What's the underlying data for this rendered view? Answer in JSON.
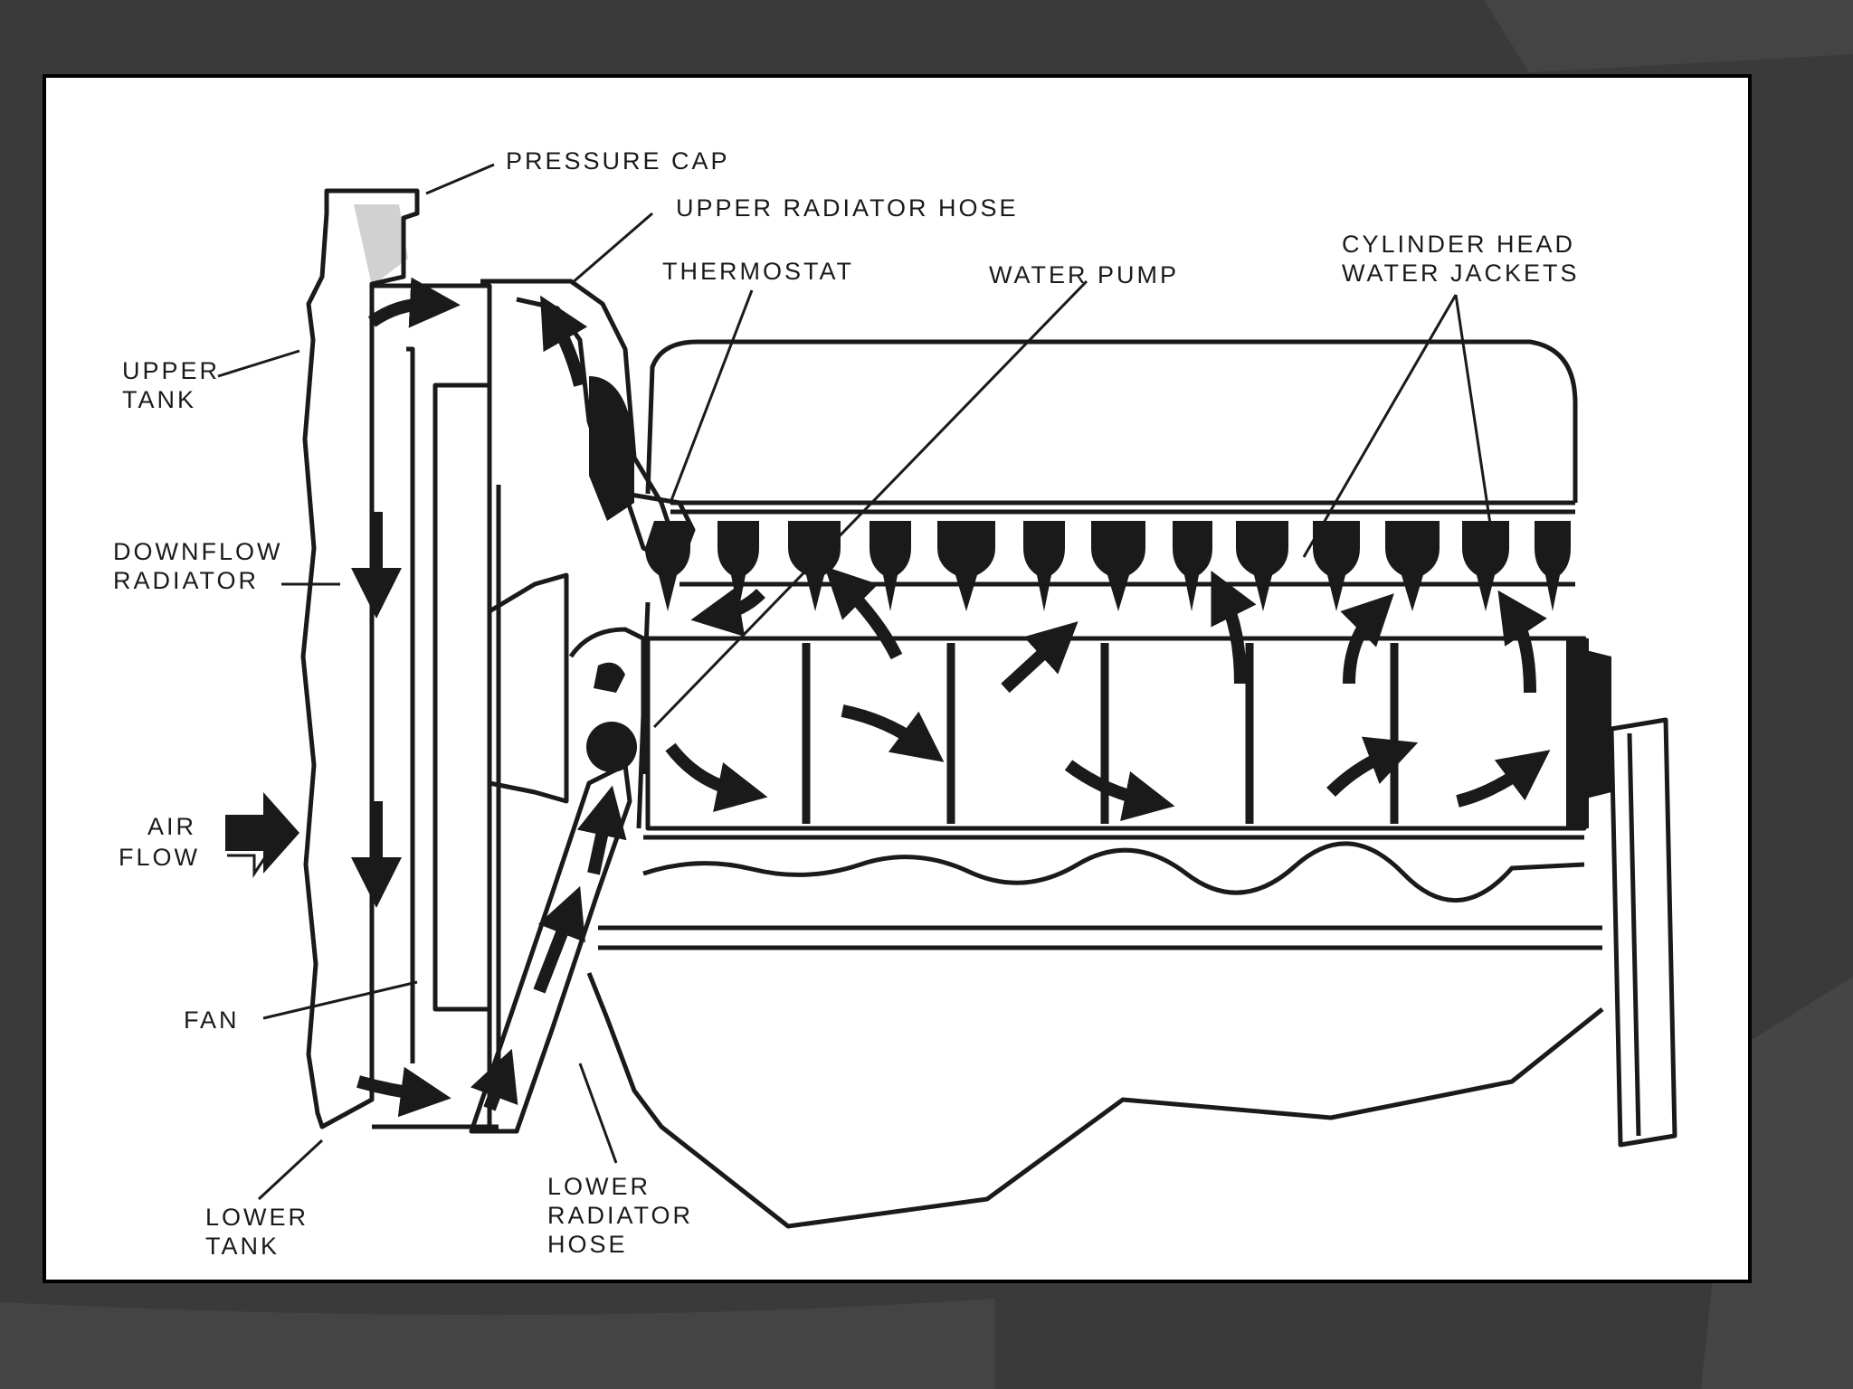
{
  "labels": {
    "pressure_cap": "PRESSURE CAP",
    "upper_radiator_hose": "UPPER RADIATOR HOSE",
    "thermostat": "THERMOSTAT",
    "water_pump": "WATER PUMP",
    "cylinder_head_line1": "CYLINDER HEAD",
    "cylinder_head_line2": "WATER JACKETS",
    "upper_tank_line1": "UPPER",
    "upper_tank_line2": "TANK",
    "downflow_line1": "DOWNFLOW",
    "downflow_line2": "RADIATOR",
    "air_flow_line1": "AIR",
    "air_flow_line2": "FLOW",
    "fan": "FAN",
    "lower_tank_line1": "LOWER",
    "lower_tank_line2": "TANK",
    "lower_hose_line1": "LOWER",
    "lower_hose_line2": "RADIATOR",
    "lower_hose_line3": "HOSE"
  },
  "colors": {
    "slide_background": "#3a3a3a",
    "diagram_background": "#ffffff",
    "ink": "#1a1a1a"
  }
}
